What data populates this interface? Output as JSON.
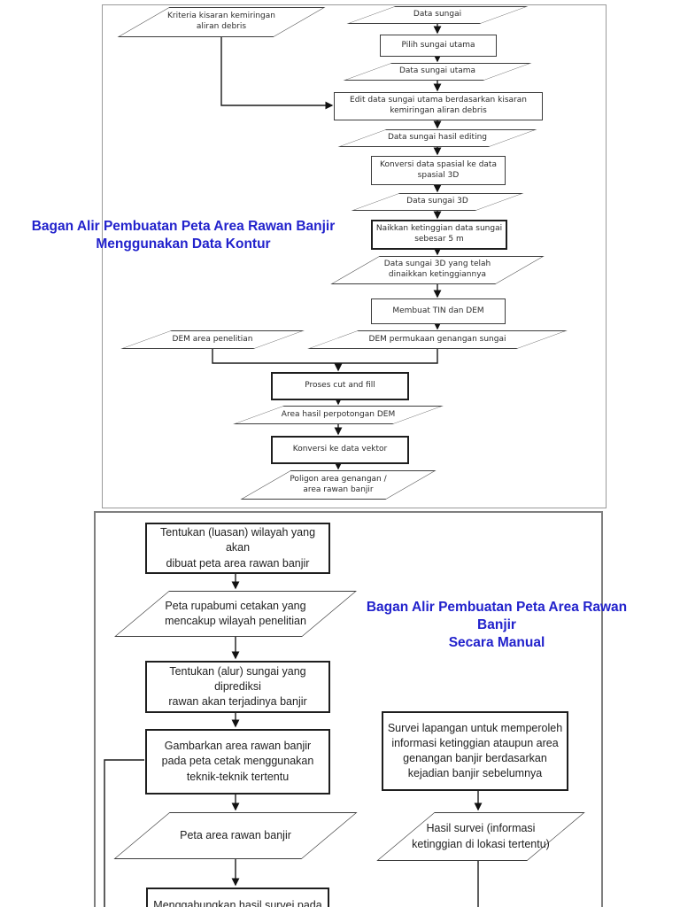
{
  "document": {
    "accent_title_color": "#2222cc",
    "top_flowchart": {
      "title": {
        "line1": "Bagan Alir Pembuatan Peta Area Rawan Banjir",
        "line2": "Menggunakan Data Kontur"
      },
      "nodes": {
        "kriteria_kemiringan": "Kriteria kisaran kemiringan\naliran debris",
        "data_sungai": "Data sungai",
        "pilih_sungai_utama": "Pilih sungai utama",
        "data_sungai_utama": "Data sungai utama",
        "edit_data_sungai": "Edit data sungai utama berdasarkan kisaran\nkemiringan aliran debris",
        "data_sungai_hasil_editing": "Data sungai hasil editing",
        "konversi_spasial_3d": "Konversi data spasial ke data\nspasial 3D",
        "data_sungai_3d": "Data sungai 3D",
        "naikkan_ketinggian": "Naikkan ketinggian data sungai\nsebesar 5 m",
        "data_sungai_3d_dinaikkan": "Data sungai 3D yang telah\ndinaikkan ketinggiannya",
        "membuat_tin_dem": "Membuat TIN dan DEM",
        "dem_permukaan_genangan": "DEM permukaan genangan sungai",
        "dem_area_penelitian": "DEM area penelitian",
        "proses_cut_and_fill": "Proses cut and fill",
        "area_hasil_perpotongan": "Area hasil perpotongan DEM",
        "konversi_data_vektor": "Konversi ke data vektor",
        "poligon_area_genangan": "Poligon area genangan /\narea rawan banjir"
      }
    },
    "bottom_flowchart": {
      "title": {
        "line1": "Bagan Alir Pembuatan Peta Area Rawan Banjir",
        "line2": "Secara Manual"
      },
      "nodes": {
        "tentukan_luasan": "Tentukan (luasan) wilayah yang akan\ndibuat peta area rawan banjir",
        "peta_rupabumi": "Peta rupabumi cetakan yang\nmencakup wilayah penelitian",
        "tentukan_alur": "Tentukan (alur) sungai yang diprediksi\nrawan akan terjadinya banjir",
        "gambarkan_area": "Gambarkan area rawan banjir\npada peta cetak menggunakan\nteknik-teknik tertentu",
        "peta_area_rawan_banjir": "Peta area rawan banjir",
        "langkah_terpotong": "Menggabungkan hasil survei pada peta area rawan banjir",
        "survei_lapangan": "Survei lapangan untuk memperoleh\ninformasi ketinggian ataupun area\ngenangan banjir  berdasarkan\nkejadian banjir  sebelumnya",
        "hasil_survei": "Hasil survei (informasi\nketinggian di lokasi tertentu)"
      }
    }
  }
}
